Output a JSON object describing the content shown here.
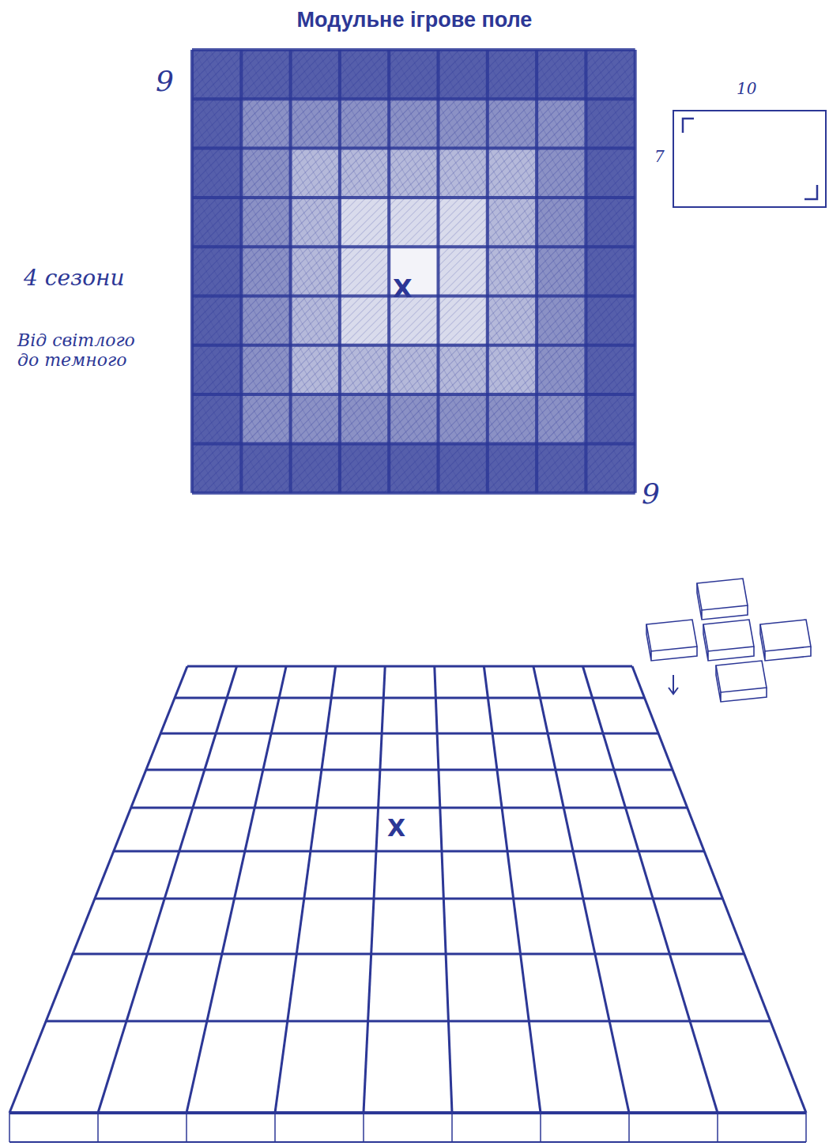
{
  "diagram": {
    "title": "Модульне ігрове поле",
    "labels": [
      "9",
      "10",
      "7",
      "X",
      "4 сезони",
      "Від світлого до темного",
      "9",
      "X"
    ]
  }
}
